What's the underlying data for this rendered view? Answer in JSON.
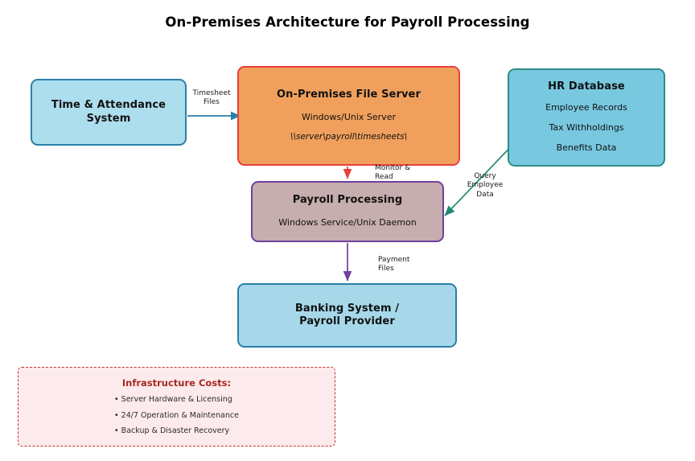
{
  "page": {
    "title": "On-Premises Architecture for Payroll Processing",
    "background_color": "#ffffff"
  },
  "nodes": {
    "time_attendance": {
      "title": "Time & Attendance\nSystem",
      "fill": "#addeee",
      "stroke": "#2a7fa8"
    },
    "file_server": {
      "title": "On-Premises File Server",
      "subtitle": "Windows/Unix Server",
      "path": "\\\\server\\payroll\\timesheets\\",
      "fill": "#f0a05c",
      "stroke": "#e8403c"
    },
    "hr_database": {
      "title": "HR Database",
      "items": [
        "Employee Records",
        "Tax Withholdings",
        "Benefits Data"
      ],
      "fill": "#78c8e0",
      "stroke": "#2a8f86"
    },
    "payroll_processing": {
      "title": "Payroll Processing",
      "subtitle": "Windows Service/Unix Daemon",
      "fill": "#c6adae",
      "stroke": "#6f3f9e"
    },
    "banking": {
      "title": "Banking System /\nPayroll Provider",
      "fill": "#a6d8ea",
      "stroke": "#2a7fa8"
    },
    "infrastructure_costs": {
      "title": "Infrastructure Costs:",
      "items": [
        "• Server Hardware & Licensing",
        "• 24/7 Operation & Maintenance",
        "• Backup & Disaster Recovery"
      ],
      "fill": "#fdeaec",
      "stroke": "#c0392b",
      "title_color": "#a42a22"
    }
  },
  "edges": {
    "timesheet_files": {
      "label": "Timesheet\nFiles",
      "color": "#2a7fa8"
    },
    "monitor_read": {
      "label": "Monitor &\nRead",
      "color": "#e8403c"
    },
    "query_employee_data": {
      "label": "Query\nEmployee\nData",
      "color": "#1f8a72"
    },
    "payment_files": {
      "label": "Payment\nFiles",
      "color": "#6f3f9e"
    }
  }
}
